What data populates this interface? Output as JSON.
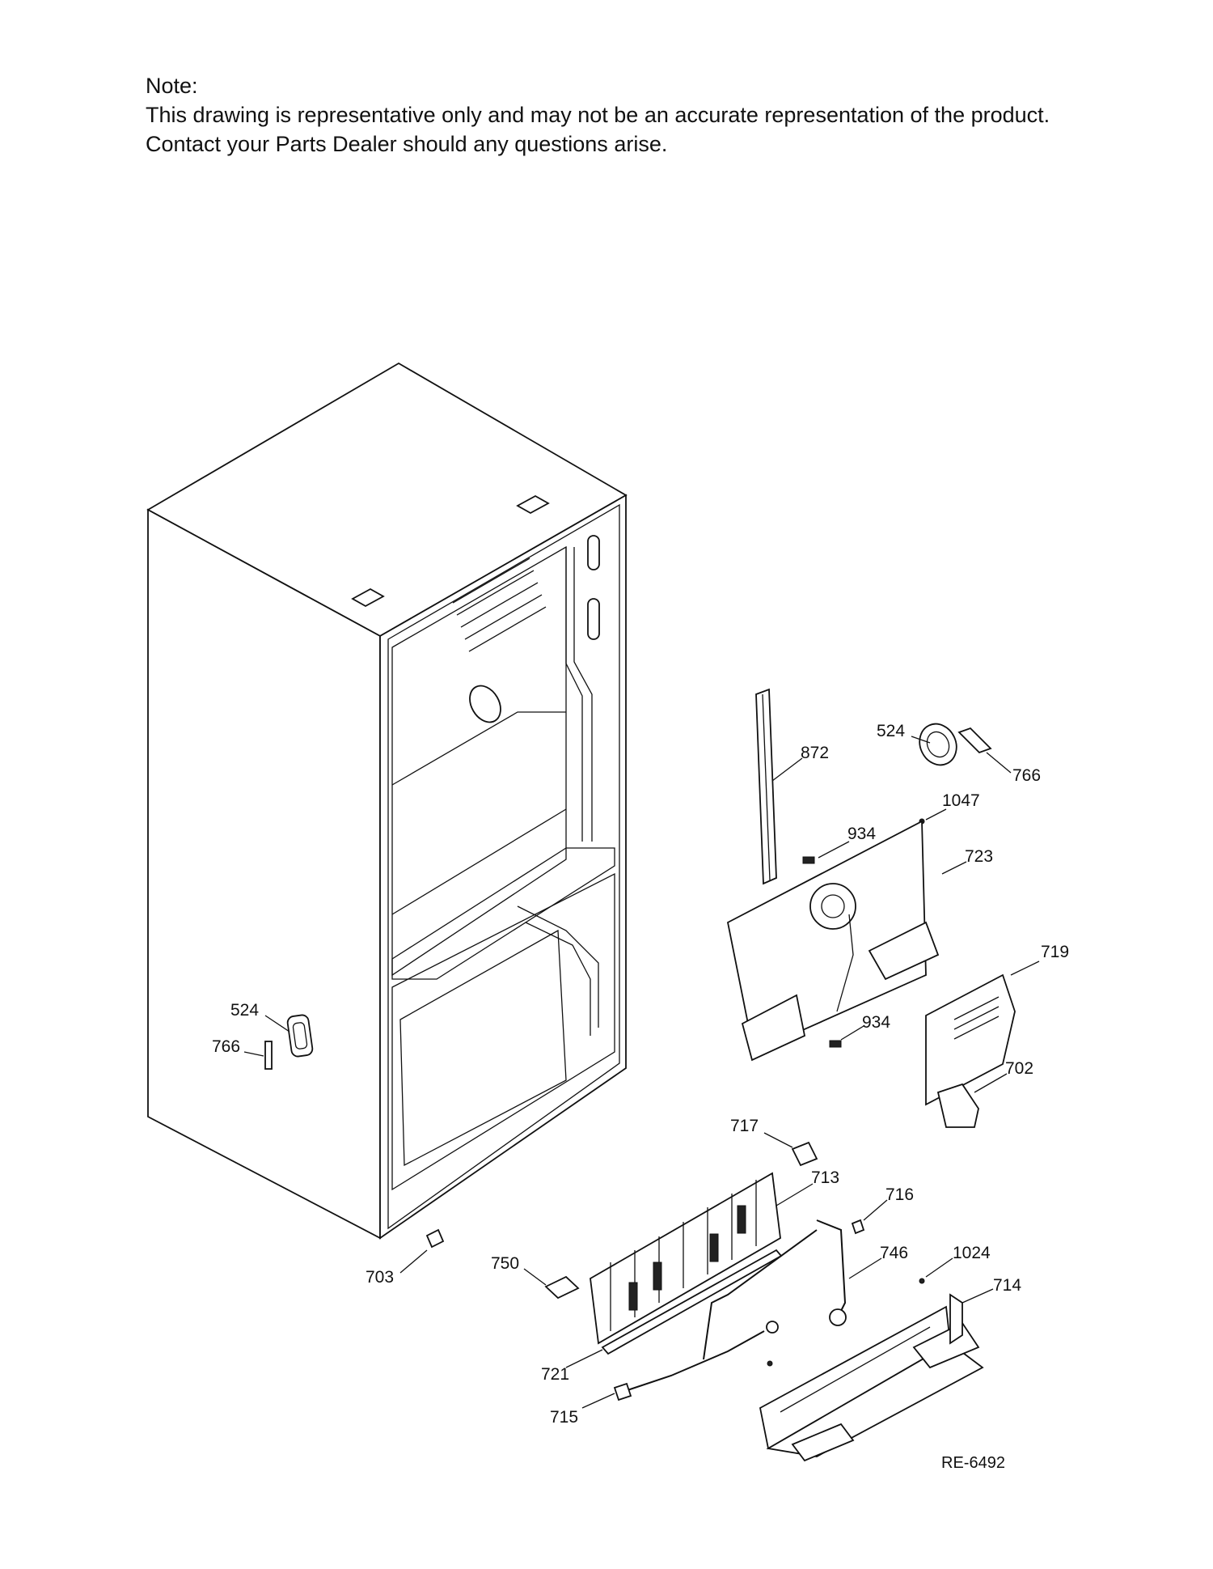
{
  "note": {
    "title": "Note:",
    "line1": "This drawing is representative only and may not be an accurate representation of the product.",
    "line2": "Contact your Parts Dealer should any questions arise."
  },
  "callouts": [
    {
      "id": "c524a",
      "text": "524"
    },
    {
      "id": "c766a",
      "text": "766"
    },
    {
      "id": "c703",
      "text": "703"
    },
    {
      "id": "c872",
      "text": "872"
    },
    {
      "id": "c524b",
      "text": "524"
    },
    {
      "id": "c766b",
      "text": "766"
    },
    {
      "id": "c1047",
      "text": "1047"
    },
    {
      "id": "c934a",
      "text": "934"
    },
    {
      "id": "c723",
      "text": "723"
    },
    {
      "id": "c719",
      "text": "719"
    },
    {
      "id": "c934b",
      "text": "934"
    },
    {
      "id": "c702",
      "text": "702"
    },
    {
      "id": "c717",
      "text": "717"
    },
    {
      "id": "c713",
      "text": "713"
    },
    {
      "id": "c716",
      "text": "716"
    },
    {
      "id": "c750",
      "text": "750"
    },
    {
      "id": "c746",
      "text": "746"
    },
    {
      "id": "c1024",
      "text": "1024"
    },
    {
      "id": "c714",
      "text": "714"
    },
    {
      "id": "c721",
      "text": "721"
    },
    {
      "id": "c715",
      "text": "715"
    }
  ],
  "reference": "RE-6492"
}
